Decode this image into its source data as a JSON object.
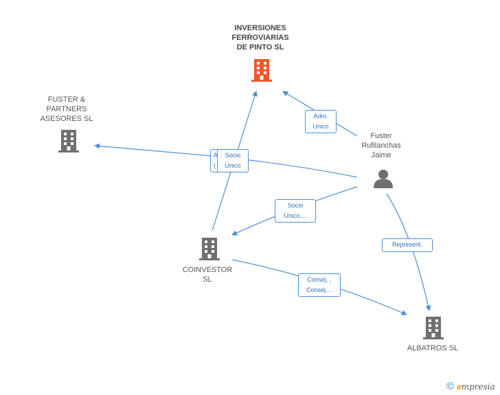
{
  "colors": {
    "edge": "#4a8fd4",
    "node_company": "#707070",
    "node_main": "#f0582a",
    "node_person": "#707070",
    "label_text": "#2f6fb5"
  },
  "nodes": {
    "main": {
      "label": "INVERSIONES\nFERROVIARIAS\nDE PINTO  SL",
      "icon": "building-icon"
    },
    "fuster_partners": {
      "label": "FUSTER &\nPARTNERS\nASESORES  SL",
      "icon": "building-icon"
    },
    "person": {
      "label": "Fuster\nRufilanchas\nJaime",
      "icon": "person-icon"
    },
    "coinvestor": {
      "label": "COINVESTOR\nSL",
      "icon": "building-icon"
    },
    "albatros": {
      "label": "ALBATROS SL",
      "icon": "building-icon"
    }
  },
  "edges": {
    "adm": {
      "label": "Adm.\nUnico"
    },
    "socio_back": {
      "label": "A\n("
    },
    "socio_front": {
      "label": "Socio\nÚnico"
    },
    "socio_coinv": {
      "label": "Socio\nÚnico,..."
    },
    "represent": {
      "label": "Represent."
    },
    "consej": {
      "label": "Consej. ,\nConsej...."
    }
  },
  "footer": {
    "copyright": "©",
    "brand_e": "e",
    "brand_rest": "mpresia"
  }
}
